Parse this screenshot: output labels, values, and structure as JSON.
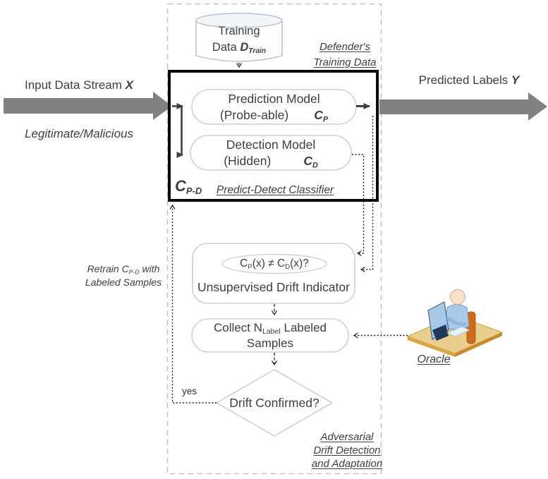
{
  "diagram": {
    "type": "flow-diagram",
    "subject": "Predict-Detect classifier with adversarial drift detection"
  },
  "colors": {
    "arrow_gray": "#818181",
    "classifier_border": "#0a0a0a",
    "shape_border": "#cdd1d7",
    "text": "#3b4045",
    "outer_dashed_border": "#c4c4c4",
    "desk_tan": "#e9cf8e",
    "chair_orange": "#cf6a1a",
    "monitor_blue": "#a8c9e6",
    "skin": "#f6e2cb",
    "shirt_blue": "#a9cbe7"
  },
  "icons": {
    "oracle": "person-at-computer-icon",
    "training_data": "database-cylinder-icon"
  },
  "labels": {
    "input_stream": {
      "text": "Input Data Stream",
      "symbol": "X"
    },
    "input_class": "Legitimate/Malicious",
    "predicted": {
      "text": "Predicted Labels",
      "symbol": "Y"
    },
    "training_data": {
      "line1": "Training",
      "line2_prefix": "Data",
      "symbol": "D",
      "subscript": "Train"
    },
    "defenders_note": {
      "line1": "Defender's",
      "line2": "Training Data"
    },
    "prediction_model": {
      "line1": "Prediction Model",
      "line2": "(Probe-able)",
      "symbol": "C",
      "subscript": "P"
    },
    "detection_model": {
      "line1": "Detection Model",
      "line2": "(Hidden)",
      "symbol": "C",
      "subscript": "D"
    },
    "classifier_tag": {
      "symbol": "C",
      "subscript": "P-D"
    },
    "classifier_note": "Predict-Detect Classifier",
    "drift_condition": {
      "c1": "C",
      "sub1": "P",
      "mid": "(x) ≠ C",
      "sub2": "D",
      "end": "(x)?"
    },
    "drift_indicator": "Unsupervised Drift Indicator",
    "collect": {
      "prefix": "Collect N",
      "subscript": "Label",
      "suffix": "Labeled",
      "line2": "Samples"
    },
    "drift_confirmed": "Drift Confirmed?",
    "yes_label": "yes",
    "retrain_note": {
      "prefix": "Retrain C",
      "subscript": "P-D",
      "suffix": "with",
      "line2": "Labeled Samples"
    },
    "adversarial_note": {
      "line1": "Adversarial",
      "line2": "Drift Detection",
      "line3": "and Adaptation"
    },
    "oracle_label": "Oracle"
  }
}
